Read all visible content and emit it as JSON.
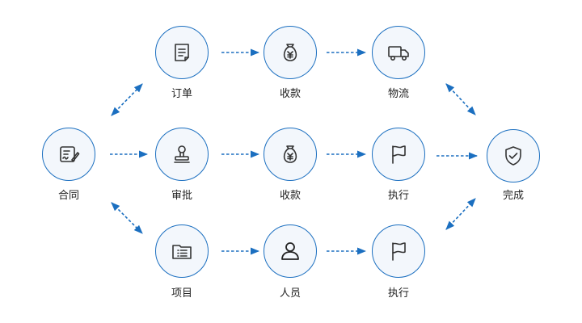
{
  "colors": {
    "accent": "#1b6fc0",
    "node_fill": "#f3f7fc",
    "icon": "#333333"
  },
  "nodes": [
    {
      "id": "contract",
      "label": "合同",
      "icon": "contract-sign-icon"
    },
    {
      "id": "order",
      "label": "订单",
      "icon": "document-icon"
    },
    {
      "id": "payment-1",
      "label": "收款",
      "icon": "money-bag-icon"
    },
    {
      "id": "logistics",
      "label": "物流",
      "icon": "truck-icon"
    },
    {
      "id": "approval",
      "label": "审批",
      "icon": "stamp-icon"
    },
    {
      "id": "payment-2",
      "label": "收款",
      "icon": "money-bag-icon"
    },
    {
      "id": "execute-1",
      "label": "执行",
      "icon": "flag-icon"
    },
    {
      "id": "complete",
      "label": "完成",
      "icon": "shield-check-icon"
    },
    {
      "id": "project",
      "label": "项目",
      "icon": "folder-list-icon"
    },
    {
      "id": "personnel",
      "label": "人员",
      "icon": "person-icon"
    },
    {
      "id": "execute-2",
      "label": "执行",
      "icon": "flag-icon"
    }
  ],
  "edges": [
    {
      "from": "contract",
      "to": "order",
      "bidirectional": true
    },
    {
      "from": "order",
      "to": "payment-1",
      "bidirectional": false
    },
    {
      "from": "payment-1",
      "to": "logistics",
      "bidirectional": false
    },
    {
      "from": "logistics",
      "to": "complete",
      "bidirectional": true
    },
    {
      "from": "contract",
      "to": "approval",
      "bidirectional": false
    },
    {
      "from": "approval",
      "to": "payment-2",
      "bidirectional": false
    },
    {
      "from": "payment-2",
      "to": "execute-1",
      "bidirectional": false
    },
    {
      "from": "execute-1",
      "to": "complete",
      "bidirectional": false
    },
    {
      "from": "contract",
      "to": "project",
      "bidirectional": true
    },
    {
      "from": "project",
      "to": "personnel",
      "bidirectional": false
    },
    {
      "from": "personnel",
      "to": "execute-2",
      "bidirectional": false
    },
    {
      "from": "execute-2",
      "to": "complete",
      "bidirectional": true
    }
  ]
}
